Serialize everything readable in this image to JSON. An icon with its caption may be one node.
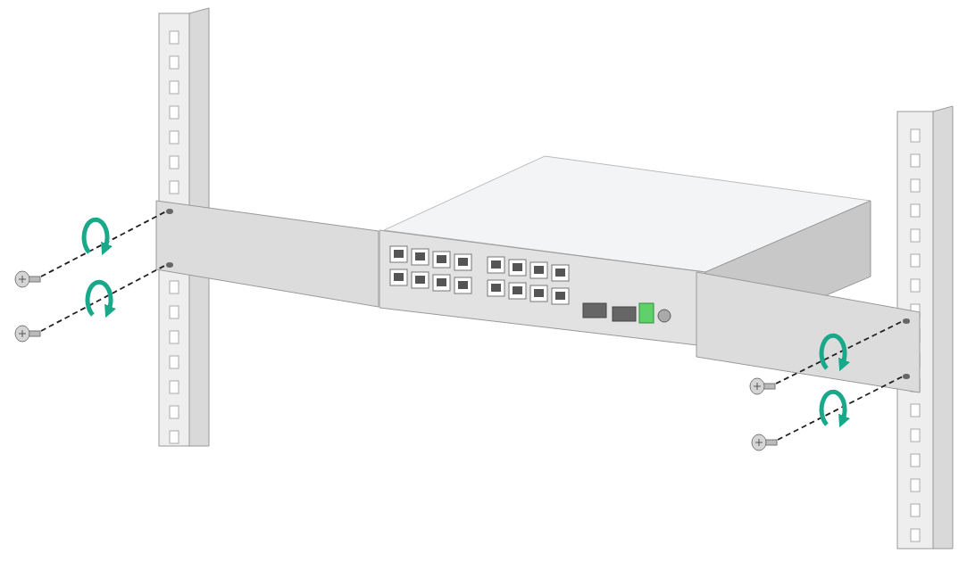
{
  "diagram": {
    "nodes": [
      {
        "text": [],
        "shape": "picture"
      },
      {
        "text": [],
        "shape": "picture"
      },
      {
        "text": [],
        "shape": "picture"
      },
      {
        "text": [],
        "shape": "picture"
      },
      {
        "text": [],
        "shape": "picture"
      },
      {
        "text": [],
        "shape": "picture"
      },
      {
        "text": [],
        "shape": "picture"
      },
      {
        "text": [],
        "shape": "picture"
      },
      {
        "text": [],
        "shape": "picture"
      }
    ],
    "edges": [
      {
        "from": 5,
        "to": 1,
        "arrow": "none",
        "style": "dashed"
      },
      {
        "from": 6,
        "to": 1,
        "arrow": "none",
        "style": "dashed"
      },
      {
        "from": 7,
        "to": 3,
        "arrow": "none",
        "style": "dashed"
      },
      {
        "from": 8,
        "to": 3,
        "arrow": "none",
        "style": "dashed"
      }
    ]
  }
}
